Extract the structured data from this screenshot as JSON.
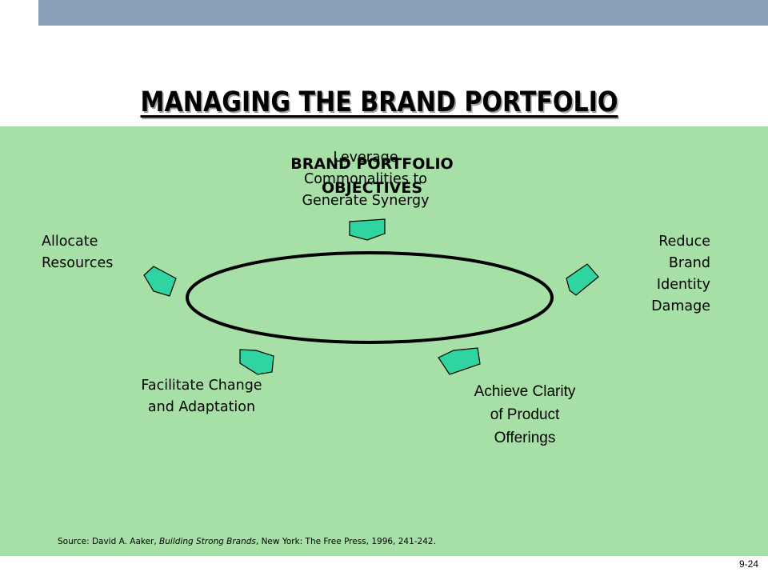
{
  "slide": {
    "title": "MANAGING THE BRAND PORTFOLIO",
    "center": {
      "line1": "BRAND PORTFOLIO",
      "line2": "OBJECTIVES"
    },
    "objectives": {
      "leverage": [
        "Leverage",
        "Commonalities to",
        "Generate Synergy"
      ],
      "reduce": [
        "Reduce",
        "Brand",
        "Identity",
        "Damage"
      ],
      "allocate": [
        "Allocate",
        "Resources"
      ],
      "facilitate": [
        "Facilitate Change",
        "and Adaptation"
      ],
      "achieve": [
        "Achieve Clarity",
        "of Product",
        "Offerings"
      ]
    },
    "source": {
      "prefix": "Source:  David A. Aaker, ",
      "book": "Building Strong Brands",
      "suffix": ", New York:  The Free Press, 1996, 241-242."
    },
    "page_number": "9-24"
  },
  "colors": {
    "top_bar": "#8aa0b6",
    "panel": "#a6e0a6",
    "arrow_fill": "#2fd4a0"
  },
  "icons": [
    "arrow-up-icon",
    "arrow-left-icon",
    "arrow-right-icon",
    "arrow-down-left-icon",
    "arrow-down-right-icon"
  ]
}
